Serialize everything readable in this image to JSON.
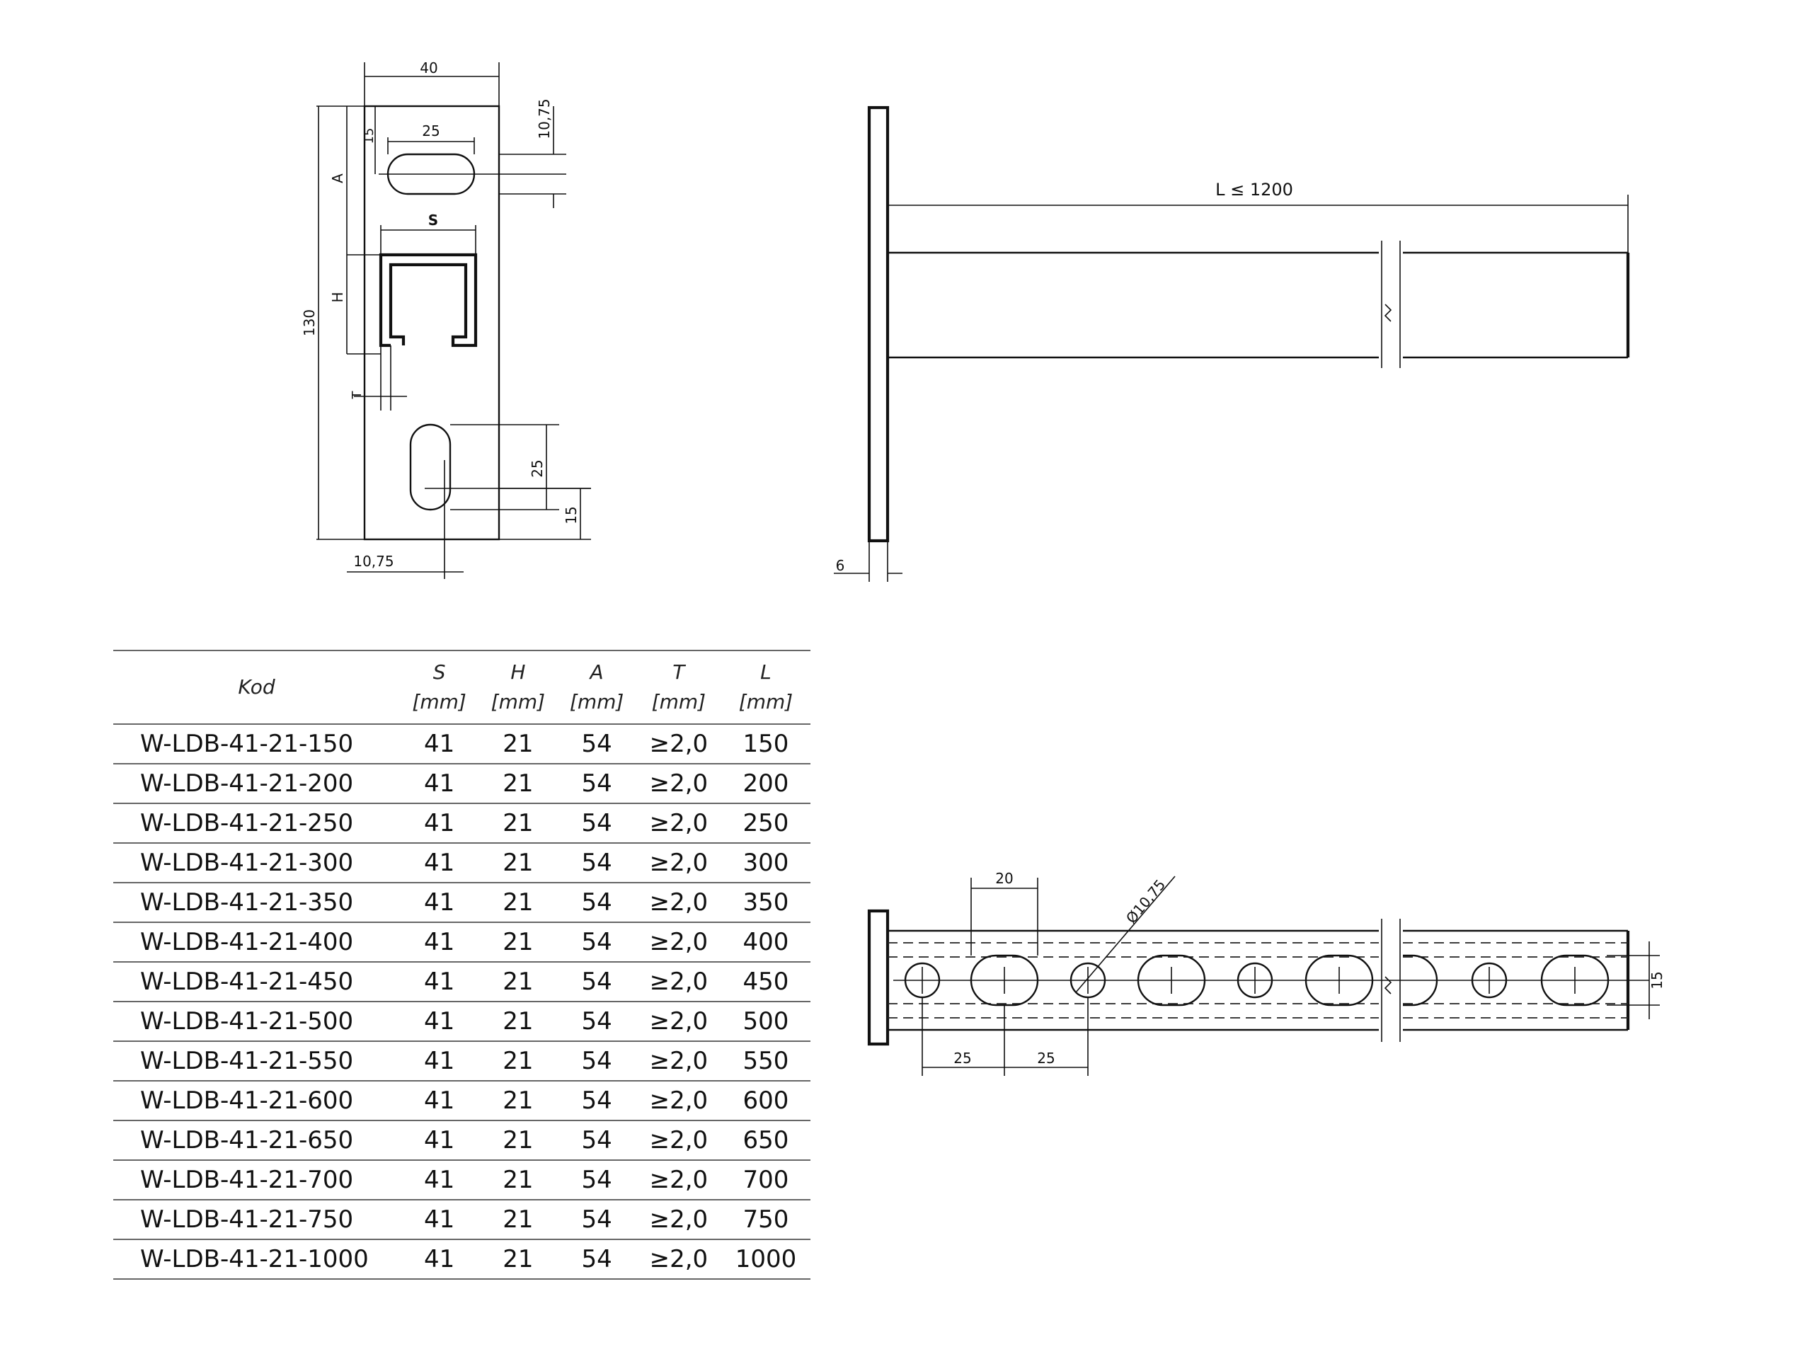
{
  "drawings": {
    "front_view": {
      "width": "40",
      "height": "130",
      "slot_top_width": "25",
      "slot_top_offset": "15",
      "edge_offset_right": "10,75",
      "dim_a": "A",
      "dim_s": "S",
      "dim_h": "H",
      "dim_t": "T",
      "slot_bottom_length": "25",
      "slot_bottom_offset": "15",
      "edge_offset_bottom": "10,75"
    },
    "side_view": {
      "length": "L ≤ 1200",
      "plate_thickness": "6"
    },
    "top_view": {
      "slot_length": "20",
      "hole_diameter": "Ø10,75",
      "pitch_1": "25",
      "pitch_2": "25",
      "width": "15"
    }
  },
  "table": {
    "headers": [
      {
        "name": "Kod",
        "unit": ""
      },
      {
        "name": "S",
        "unit": "[mm]"
      },
      {
        "name": "H",
        "unit": "[mm]"
      },
      {
        "name": "A",
        "unit": "[mm]"
      },
      {
        "name": "T",
        "unit": "[mm]"
      },
      {
        "name": "L",
        "unit": "[mm]"
      }
    ],
    "rows": [
      [
        "W-LDB-41-21-150",
        "41",
        "21",
        "54",
        "≥2,0",
        "150"
      ],
      [
        "W-LDB-41-21-200",
        "41",
        "21",
        "54",
        "≥2,0",
        "200"
      ],
      [
        "W-LDB-41-21-250",
        "41",
        "21",
        "54",
        "≥2,0",
        "250"
      ],
      [
        "W-LDB-41-21-300",
        "41",
        "21",
        "54",
        "≥2,0",
        "300"
      ],
      [
        "W-LDB-41-21-350",
        "41",
        "21",
        "54",
        "≥2,0",
        "350"
      ],
      [
        "W-LDB-41-21-400",
        "41",
        "21",
        "54",
        "≥2,0",
        "400"
      ],
      [
        "W-LDB-41-21-450",
        "41",
        "21",
        "54",
        "≥2,0",
        "450"
      ],
      [
        "W-LDB-41-21-500",
        "41",
        "21",
        "54",
        "≥2,0",
        "500"
      ],
      [
        "W-LDB-41-21-550",
        "41",
        "21",
        "54",
        "≥2,0",
        "550"
      ],
      [
        "W-LDB-41-21-600",
        "41",
        "21",
        "54",
        "≥2,0",
        "600"
      ],
      [
        "W-LDB-41-21-650",
        "41",
        "21",
        "54",
        "≥2,0",
        "650"
      ],
      [
        "W-LDB-41-21-700",
        "41",
        "21",
        "54",
        "≥2,0",
        "700"
      ],
      [
        "W-LDB-41-21-750",
        "41",
        "21",
        "54",
        "≥2,0",
        "750"
      ],
      [
        "W-LDB-41-21-1000",
        "41",
        "21",
        "54",
        "≥2,0",
        "1000"
      ]
    ]
  }
}
